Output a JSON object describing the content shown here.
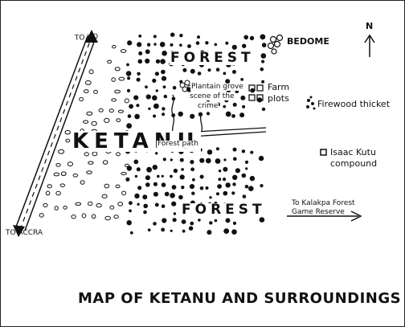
{
  "map": {
    "title": "MAP OF KETANU AND SURROUNDINGS",
    "north": "N",
    "labels": {
      "to_ho": "TO HO",
      "to_accra": "TO ACCRA",
      "forest_top": "FOREST",
      "forest_bottom": "FOREST",
      "ketanu": "KETANU",
      "forest_path": "Forest path",
      "plantain_line1": "Plantain grove",
      "plantain_line2": "scene of the",
      "plantain_line3": "crime",
      "farm_line1": "Farm",
      "farm_line2": "plots",
      "bedome": "BEDOME",
      "firewood_thicket": "Firewood thicket",
      "isaac_line1": "Isaac Kutu",
      "isaac_line2": "compound",
      "kalakpa_line1": "To Kalakpa Forest",
      "kalakpa_line2": "Game Reserve"
    },
    "colors": {
      "ink": "#111111",
      "paper": "#ffffff"
    }
  }
}
